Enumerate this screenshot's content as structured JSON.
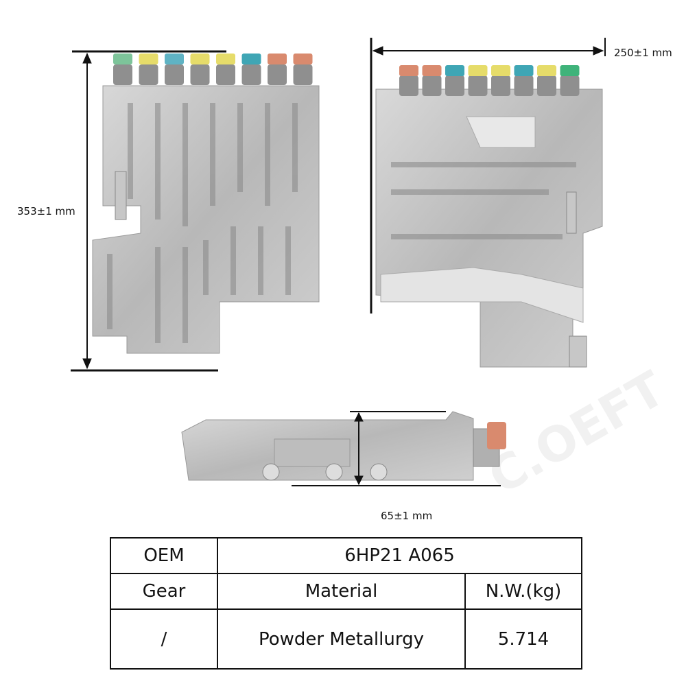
{
  "dimensions": {
    "height_label": "353±1 mm",
    "width_label": "250±1 mm",
    "thickness_label": "65±1 mm"
  },
  "watermark": "C.OEFT",
  "solenoid_colors_front": [
    "#7dc49a",
    "#e6dc6a",
    "#5fb3c4",
    "#e6dc6a",
    "#e6dc6a",
    "#3fa6b5",
    "#d98a6e",
    "#d98a6e"
  ],
  "solenoid_colors_back": [
    "#d98a6e",
    "#d98a6e",
    "#3fa6b5",
    "#e6dc6a",
    "#e6dc6a",
    "#3fa6b5",
    "#e6dc6a",
    "#3fb37a"
  ],
  "spec_table": {
    "oem_label": "OEM",
    "oem_value": "6HP21 A065",
    "headers": [
      "Gear",
      "Material",
      "N.W.(kg)"
    ],
    "values": [
      "/",
      "Powder Metallurgy",
      "5.714"
    ]
  }
}
